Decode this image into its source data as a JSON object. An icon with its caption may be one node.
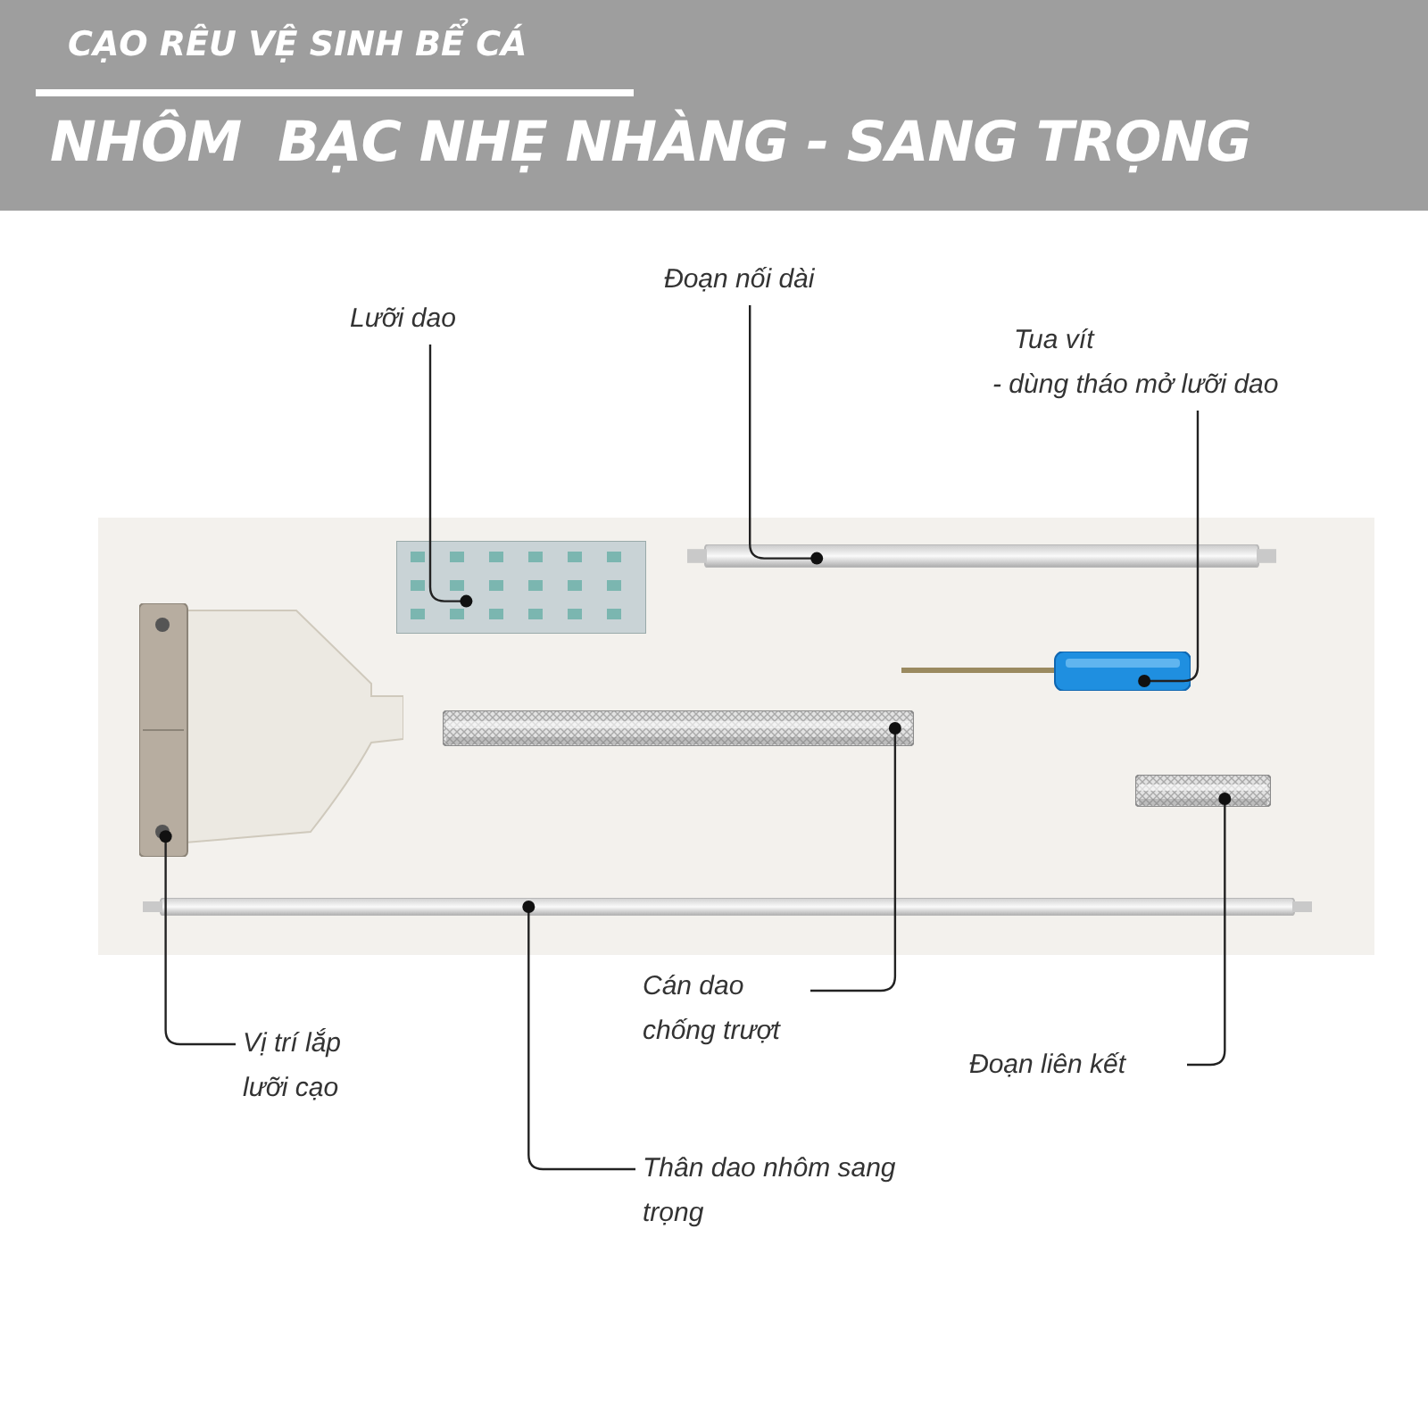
{
  "diagram": {
    "title": "NHÔM  BẠC NHẸ NHÀNG - SANG TRỌNG",
    "nodes": [
      {
        "text": [
          "Lưỡi dao"
        ]
      },
      {
        "text": [
          "Đoạn nối dài"
        ]
      },
      {
        "text": [
          "Tua vít",
          "- dùng tháo mở lưỡi dao"
        ]
      },
      {
        "text": [
          "Cán dao chống trượt"
        ]
      },
      {
        "text": [
          "Đoạn liên kết"
        ]
      },
      {
        "text": [
          "Vị trí lắp lưỡi cạo"
        ]
      },
      {
        "text": [
          "Thân dao nhôm sang trọng"
        ]
      },
      {
        "text": [],
        "shape": "picture"
      },
      {
        "text": [],
        "shape": "picture"
      },
      {
        "text": [],
        "shape": "picture"
      },
      {
        "text": [],
        "shape": "picture"
      },
      {
        "text": [],
        "shape": "picture"
      },
      {
        "text": [],
        "shape": "picture"
      },
      {
        "text": [],
        "shape": "picture"
      }
    ],
    "edges": [
      {
        "from": 0,
        "to": 7,
        "arrow": "other"
      },
      {
        "from": 1,
        "to": 8,
        "arrow": "other"
      },
      {
        "from": 2,
        "to": 9,
        "arrow": "other"
      },
      {
        "from": 3,
        "to": 10,
        "arrow": "other"
      },
      {
        "from": 4,
        "to": 11,
        "arrow": "other"
      },
      {
        "from": 5,
        "to": 12,
        "arrow": "other"
      },
      {
        "from": 6,
        "to": 13,
        "arrow": "other"
      }
    ],
    "labels": [
      "CẠO RÊU VỆ SINH BỂ CÁ"
    ]
  }
}
